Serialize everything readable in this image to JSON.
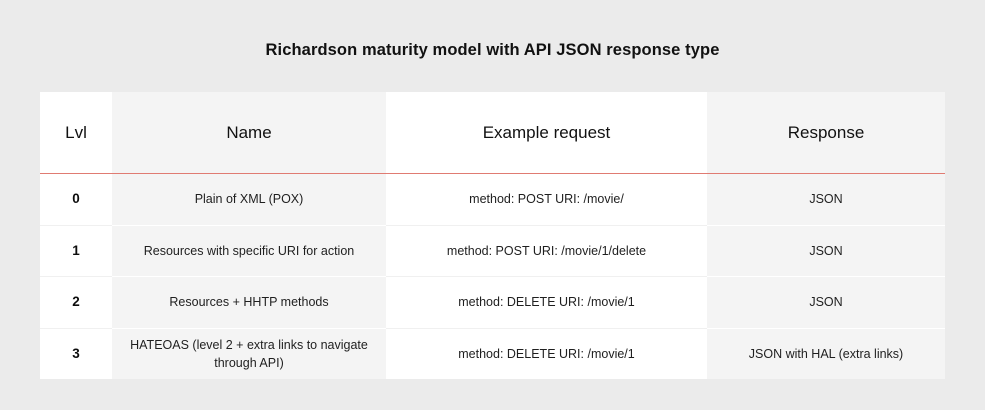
{
  "page": {
    "title": "Richardson maturity model with API JSON response type",
    "background_color": "#ebebeb",
    "divider_color": "#e07b72"
  },
  "table": {
    "columns": [
      {
        "key": "lvl",
        "label": "Lvl",
        "background": "#ffffff"
      },
      {
        "key": "name",
        "label": "Name",
        "background": "#f4f4f4"
      },
      {
        "key": "example",
        "label": "Example request",
        "background": "#ffffff"
      },
      {
        "key": "response",
        "label": "Response",
        "background": "#f4f4f4"
      }
    ],
    "rows": [
      {
        "lvl": "0",
        "name": "Plain of XML (POX)",
        "example": "method: POST URI: /movie/",
        "response": "JSON"
      },
      {
        "lvl": "1",
        "name": "Resources with specific URI for action",
        "example": "method: POST URI: /movie/1/delete",
        "response": "JSON"
      },
      {
        "lvl": "2",
        "name": "Resources + HHTP methods",
        "example": "method: DELETE URI: /movie/1",
        "response": "JSON"
      },
      {
        "lvl": "3",
        "name": "HATEOAS (level 2 + extra links to navigate through API)",
        "example": "method: DELETE URI: /movie/1",
        "response": "JSON with HAL (extra links)"
      }
    ]
  }
}
